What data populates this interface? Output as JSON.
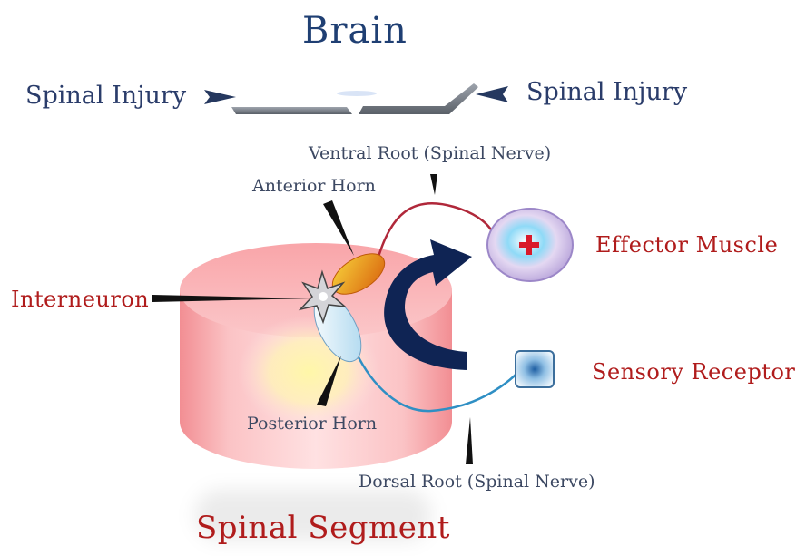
{
  "labels": {
    "brain": "Brain",
    "spinal_injury_left": "Spinal Injury",
    "spinal_injury_right": "Spinal Injury",
    "ventral_root": "Ventral Root (Spinal Nerve)",
    "anterior_horn": "Anterior Horn",
    "effector_muscle": "Effector Muscle",
    "interneuron": "Interneuron",
    "sensory_receptor": "Sensory Receptor",
    "posterior_horn": "Posterior Horn",
    "dorsal_root": "Dorsal Root (Spinal Nerve)",
    "spinal_segment": "Spinal Segment"
  },
  "colors": {
    "title_blue": "#1f3f73",
    "label_red": "#b01c1c",
    "cylinder_pink": "#f6a3a6",
    "motor_nerve": "#b0283a",
    "sensory_nerve": "#2f8fc4",
    "arrow_navy": "#0f2454",
    "horn_orange": "#e7a11d"
  },
  "icons": {
    "effector": "plus-icon",
    "receptor": "sensor-square-icon"
  }
}
